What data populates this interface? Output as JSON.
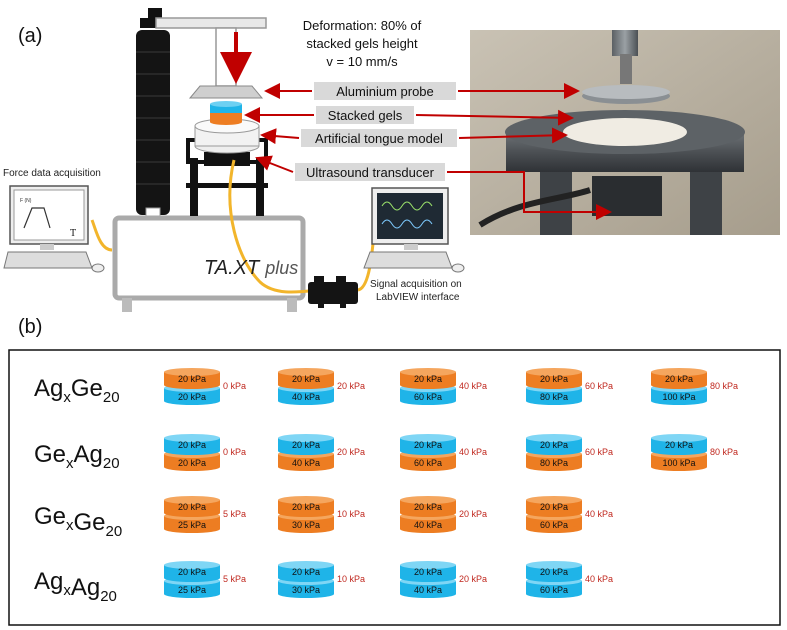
{
  "panel_a_label": "(a)",
  "panel_b_label": "(b)",
  "deformation": {
    "line1": "Deformation: 80% of",
    "line2": "stacked gels height",
    "line3": "v = 10 mm/s"
  },
  "callouts": {
    "probe": "Aluminium probe",
    "gels": "Stacked gels",
    "tongue": "Artificial tongue model",
    "transducer": "Ultrasound transducer"
  },
  "force_label": "Force data acquisition",
  "instrument_name_main": "TA.XT",
  "instrument_name_sub": "plus",
  "signal_label_line1": "Signal acquisition on",
  "signal_label_line2": "LabVIEW interface",
  "mini_plot_axis_y": "F (N)",
  "mini_plot_axis_x": "T",
  "colors": {
    "orange": "#ed7d22",
    "blue": "#1fb4e8",
    "arrow_red": "#c00000",
    "side_text": "#c0281f",
    "cable": "#f2b52b"
  },
  "rows": [
    {
      "base": "Ag",
      "base_sub": "x",
      "second": "Ge",
      "second_sub": "20",
      "items": [
        {
          "top": "20 kPa",
          "top_color": "orange",
          "bottom": "20 kPa",
          "bottom_color": "blue",
          "side": "0 kPa"
        },
        {
          "top": "20 kPa",
          "top_color": "orange",
          "bottom": "40 kPa",
          "bottom_color": "blue",
          "side": "20 kPa"
        },
        {
          "top": "20 kPa",
          "top_color": "orange",
          "bottom": "60 kPa",
          "bottom_color": "blue",
          "side": "40 kPa"
        },
        {
          "top": "20 kPa",
          "top_color": "orange",
          "bottom": "80 kPa",
          "bottom_color": "blue",
          "side": "60 kPa"
        },
        {
          "top": "20 kPa",
          "top_color": "orange",
          "bottom": "100 kPa",
          "bottom_color": "blue",
          "side": "80 kPa"
        }
      ]
    },
    {
      "base": "Ge",
      "base_sub": "x",
      "second": "Ag",
      "second_sub": "20",
      "items": [
        {
          "top": "20 kPa",
          "top_color": "blue",
          "bottom": "20 kPa",
          "bottom_color": "orange",
          "side": "0 kPa"
        },
        {
          "top": "20 kPa",
          "top_color": "blue",
          "bottom": "40 kPa",
          "bottom_color": "orange",
          "side": "20 kPa"
        },
        {
          "top": "20 kPa",
          "top_color": "blue",
          "bottom": "60 kPa",
          "bottom_color": "orange",
          "side": "40 kPa"
        },
        {
          "top": "20 kPa",
          "top_color": "blue",
          "bottom": "80 kPa",
          "bottom_color": "orange",
          "side": "60 kPa"
        },
        {
          "top": "20 kPa",
          "top_color": "blue",
          "bottom": "100 kPa",
          "bottom_color": "orange",
          "side": "80 kPa"
        }
      ]
    },
    {
      "base": "Ge",
      "base_sub": "x",
      "second": "Ge",
      "second_sub": "20",
      "items": [
        {
          "top": "20 kPa",
          "top_color": "orange",
          "bottom": "25 kPa",
          "bottom_color": "orange",
          "side": "5 kPa"
        },
        {
          "top": "20 kPa",
          "top_color": "orange",
          "bottom": "30 kPa",
          "bottom_color": "orange",
          "side": "10 kPa"
        },
        {
          "top": "20 kPa",
          "top_color": "orange",
          "bottom": "40 kPa",
          "bottom_color": "orange",
          "side": "20 kPa"
        },
        {
          "top": "20 kPa",
          "top_color": "orange",
          "bottom": "60 kPa",
          "bottom_color": "orange",
          "side": "40 kPa"
        }
      ]
    },
    {
      "base": "Ag",
      "base_sub": "x",
      "second": "Ag",
      "second_sub": "20",
      "items": [
        {
          "top": "20 kPa",
          "top_color": "blue",
          "bottom": "25 kPa",
          "bottom_color": "blue",
          "side": "5 kPa"
        },
        {
          "top": "20 kPa",
          "top_color": "blue",
          "bottom": "30 kPa",
          "bottom_color": "blue",
          "side": "10 kPa"
        },
        {
          "top": "20 kPa",
          "top_color": "blue",
          "bottom": "40 kPa",
          "bottom_color": "blue",
          "side": "20 kPa"
        },
        {
          "top": "20 kPa",
          "top_color": "blue",
          "bottom": "60 kPa",
          "bottom_color": "blue",
          "side": "40 kPa"
        }
      ]
    }
  ]
}
